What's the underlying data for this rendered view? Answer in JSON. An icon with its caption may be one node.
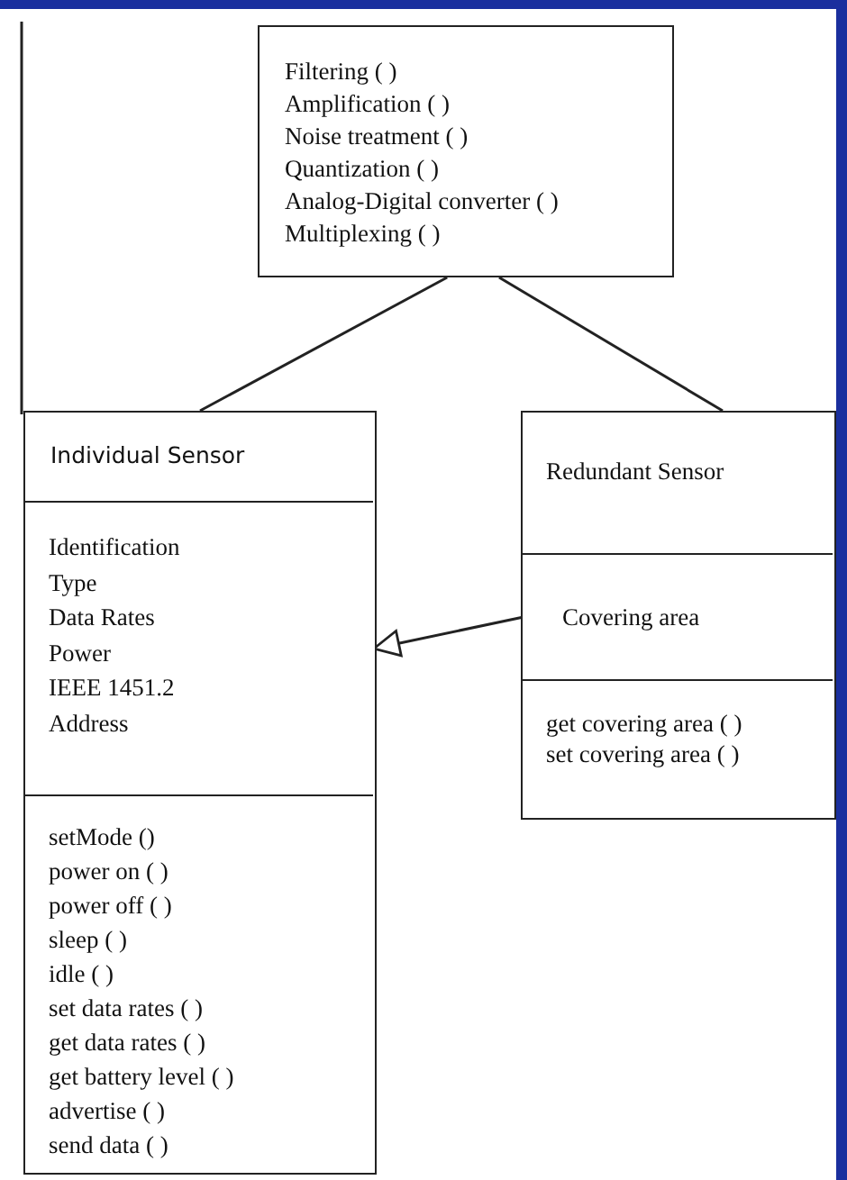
{
  "diagram": {
    "nodes": [
      {
        "text": [
          "Filtering ( )",
          "Amplification ( )",
          "Noise treatment ( )",
          "Quantization ( )",
          "Analog-Digital converter ( )",
          "Multiplexing ( )"
        ]
      },
      {
        "text": [
          "Individual Sensor"
        ]
      },
      {
        "text": [
          "Identification",
          "Type",
          "Data Rates",
          "Power",
          "IEEE 1451.2",
          "Address"
        ],
        "in": 1
      },
      {
        "text": [
          "setMode ()",
          "power on ( )",
          "power off ( )",
          "sleep ( )",
          "idle ( )",
          "set data rates ( )",
          "get data rates ( )",
          "get battery level ( )",
          "advertise ( )",
          "send data ( )"
        ],
        "in": 1
      },
      {
        "text": [
          "Redundant Sensor"
        ]
      },
      {
        "text": [
          "Covering area"
        ],
        "in": 4
      },
      {
        "text": [
          "get covering area ( )",
          "set covering area ( )"
        ],
        "in": 4
      }
    ],
    "edges": [
      {
        "from": 0,
        "to": 1,
        "arrow": "none"
      },
      {
        "from": 0,
        "to": 4,
        "arrow": "none"
      },
      {
        "from": 5,
        "to": 2,
        "arrow": "to"
      }
    ]
  }
}
